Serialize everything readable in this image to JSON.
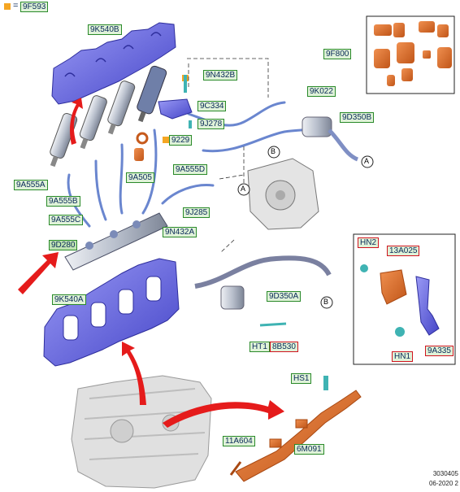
{
  "legend": {
    "equals": "=",
    "part": "9F593",
    "color": "#f5a623"
  },
  "labels": {
    "k540b": "9K540B",
    "f800": "9F800",
    "n432b": "9N432B",
    "k022": "9K022",
    "c334": "9C334",
    "d350b": "9D350B",
    "j278": "9J278",
    "p9229": "9229",
    "a505": "9A505",
    "a555d": "9A555D",
    "a555a": "9A555A",
    "a555b": "9A555B",
    "j285": "9J285",
    "a555c": "9A555C",
    "n432a": "9N432A",
    "d280": "9D280",
    "hn2": "HN2",
    "a13025": "13A025",
    "k540a": "9K540A",
    "d350a": "9D350A",
    "ht1": "HT1",
    "b530": "8B530",
    "hn1": "HN1",
    "a335": "9A335",
    "hs1": "HS1",
    "a604": "11A604",
    "m091": "6M091"
  },
  "callouts": {
    "a": "A",
    "b": "B"
  },
  "meta": {
    "code": "3030405",
    "date": "06-2020 2"
  },
  "colors": {
    "blue": "#6f6fe6",
    "blue_dark": "#3838b0",
    "orange": "#e0702a",
    "orange_dark": "#a84812",
    "arrow_red": "#e51b1b",
    "steel": "#9aa4bc",
    "engine": "#d8d8d8"
  }
}
